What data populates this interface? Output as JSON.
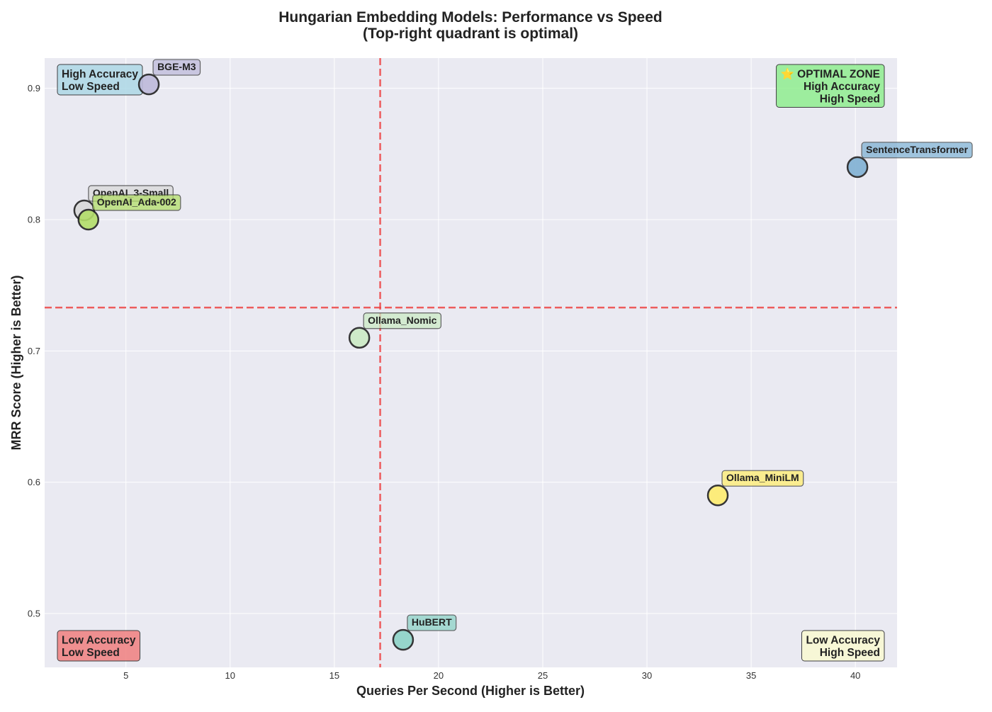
{
  "chart_data": {
    "type": "scatter",
    "title": "Hungarian Embedding Models: Performance vs Speed",
    "subtitle": "(Top-right quadrant is optimal)",
    "xlabel": "Queries Per Second (Higher is Better)",
    "ylabel": "MRR Score (Higher is Better)",
    "xlim": [
      1.1,
      42
    ],
    "ylim": [
      0.459,
      0.923
    ],
    "x_ticks": [
      5,
      10,
      15,
      20,
      25,
      30,
      35,
      40
    ],
    "y_ticks": [
      0.5,
      0.6,
      0.7,
      0.8,
      0.9
    ],
    "y_tick_labels": [
      "0.5",
      "0.6",
      "0.7",
      "0.8",
      "0.9"
    ],
    "grid": true,
    "reference_lines": {
      "x": 17.2,
      "y": 0.733,
      "color": "#ee4444",
      "style": "dashed"
    },
    "points": [
      {
        "name": "BGE-M3",
        "x": 6.1,
        "y": 0.903,
        "color": "#bebada"
      },
      {
        "name": "SentenceTransformer",
        "x": 40.1,
        "y": 0.84,
        "color": "#80b1d3"
      },
      {
        "name": "OpenAI_3-Small",
        "x": 3.0,
        "y": 0.807,
        "color": "#d9d9d9"
      },
      {
        "name": "OpenAI_Ada-002",
        "x": 3.2,
        "y": 0.8,
        "color": "#b3de69"
      },
      {
        "name": "Ollama_Nomic",
        "x": 16.2,
        "y": 0.71,
        "color": "#ccebc5"
      },
      {
        "name": "Ollama_MiniLM",
        "x": 33.4,
        "y": 0.59,
        "color": "#ffed6f"
      },
      {
        "name": "HuBERT",
        "x": 18.3,
        "y": 0.48,
        "color": "#8dd3c7"
      }
    ],
    "quadrant_labels": {
      "top_left": {
        "lines": [
          "High Accuracy",
          "Low Speed"
        ],
        "color": "#add8e6"
      },
      "top_right": {
        "lines": [
          "⭐ OPTIMAL ZONE",
          "High Accuracy",
          "High Speed"
        ],
        "color": "#90ee90"
      },
      "bottom_left": {
        "lines": [
          "Low Accuracy",
          "Low Speed"
        ],
        "color": "#f08080"
      },
      "bottom_right": {
        "lines": [
          "Low Accuracy",
          "High Speed"
        ],
        "color": "#fafad2"
      }
    },
    "colors": {
      "plot_background": "#eaeaf2",
      "grid": "#ffffff"
    }
  }
}
